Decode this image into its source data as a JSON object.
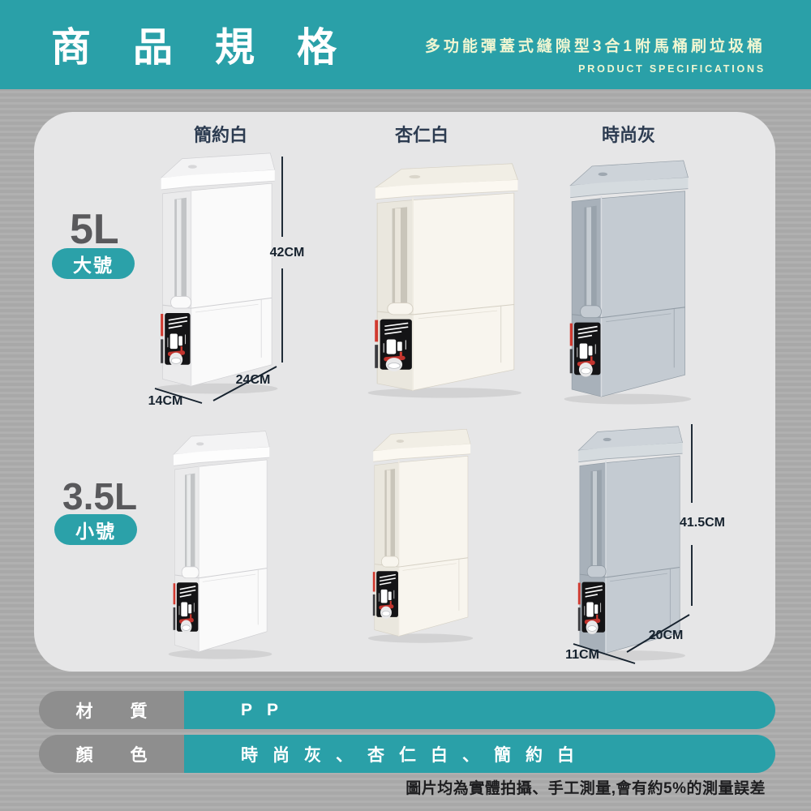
{
  "header": {
    "title": "商品規格",
    "subtitle": "多功能彈蓋式縫隙型3合1附馬桶刷垃圾桶",
    "subtitle_en": "PRODUCT SPECIFICATIONS"
  },
  "variants": [
    {
      "name": "簡約白",
      "palette": {
        "side": "#ebebec",
        "front": "#fafafa",
        "lid_top": "#f3f3f4",
        "lid_band": "#fdfdfd",
        "slot": "#c2c4c6",
        "slot_hi": "#e9eaeb",
        "line": "#cfcfd2",
        "edge": "#e3e3e5"
      }
    },
    {
      "name": "杏仁白",
      "palette": {
        "side": "#eae7de",
        "front": "#f8f5ee",
        "lid_top": "#f1eee5",
        "lid_band": "#fbf8f1",
        "slot": "#c9c5ba",
        "slot_hi": "#eae6dc",
        "line": "#d5d0c4",
        "edge": "#efebe1"
      }
    },
    {
      "name": "時尚灰",
      "palette": {
        "side": "#a8b1ba",
        "front": "#c4cbd2",
        "lid_top": "#cdd3d9",
        "lid_band": "#d5dbdf",
        "slot": "#99a3ac",
        "slot_hi": "#c5ccd2",
        "line": "#929ca5",
        "edge": "#d9dde2"
      }
    }
  ],
  "sizes": [
    {
      "volume": "5L",
      "badge": "大號",
      "dim_height": "42CM",
      "dim_depth": "24CM",
      "dim_width": "14CM"
    },
    {
      "volume": "3.5L",
      "badge": "小號",
      "dim_height": "41.5CM",
      "dim_depth": "20CM",
      "dim_width": "11CM"
    }
  ],
  "specs": [
    {
      "label": "材質",
      "value": "PP"
    },
    {
      "label": "顏色",
      "value": "時尚灰、杏仁白、簡約白"
    }
  ],
  "disclaimer": "圖片均為實體拍攝、手工測量,會有約5%的測量誤差",
  "colors": {
    "accent_teal": "#2aa0a8",
    "badge_teal": "#2ba1a9",
    "label_gray": "#8e8e8e",
    "card_bg": "#e6e6e7",
    "stripe_dark": "#a8a8a8",
    "stripe_light": "#b0b0b0",
    "heading_navy": "#2d3c51",
    "dimension_ink": "#16222e",
    "size_gray": "#59595c",
    "cream": "#f0f6d2"
  }
}
